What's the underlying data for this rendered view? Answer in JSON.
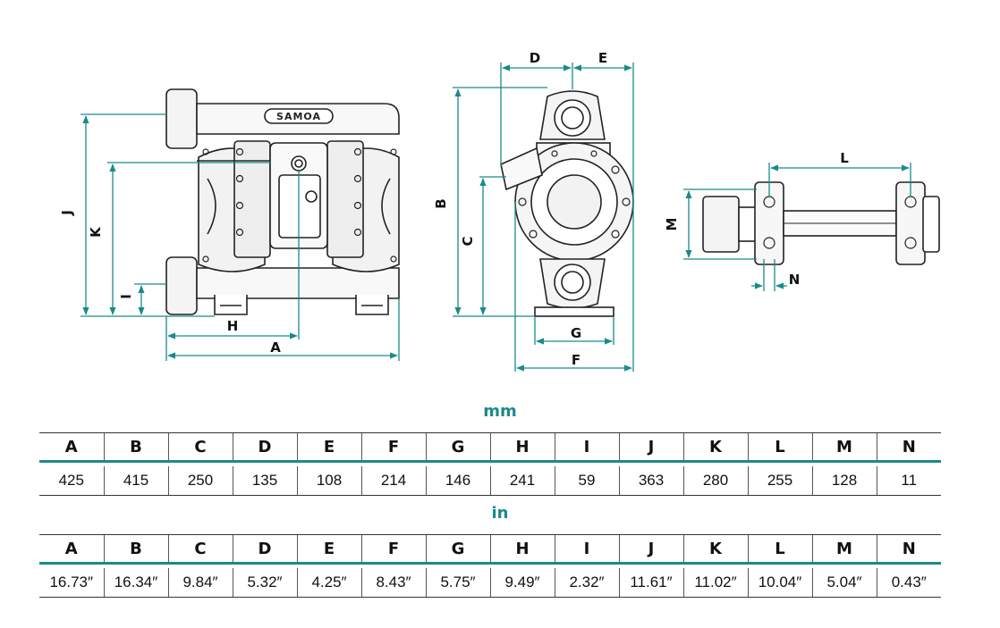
{
  "colors": {
    "accent": "#1a8a8c",
    "line": "#222222",
    "dim": "#1a8a8c"
  },
  "drawing": {
    "logo_text": "SAMOA",
    "labels": {
      "A": "A",
      "B": "B",
      "C": "C",
      "D": "D",
      "E": "E",
      "F": "F",
      "G": "G",
      "H": "H",
      "I": "I",
      "J": "J",
      "K": "K",
      "L": "L",
      "M": "M",
      "N": "N"
    }
  },
  "tables": {
    "headers": [
      "A",
      "B",
      "C",
      "D",
      "E",
      "F",
      "G",
      "H",
      "I",
      "J",
      "K",
      "L",
      "M",
      "N"
    ],
    "mm": {
      "title": "mm",
      "values": [
        "425",
        "415",
        "250",
        "135",
        "108",
        "214",
        "146",
        "241",
        "59",
        "363",
        "280",
        "255",
        "128",
        "11"
      ]
    },
    "in": {
      "title": "in",
      "values": [
        "16.73″",
        "16.34″",
        "9.84″",
        "5.32″",
        "4.25″",
        "8.43″",
        "5.75″",
        "9.49″",
        "2.32″",
        "11.61″",
        "11.02″",
        "10.04″",
        "5.04″",
        "0.43″"
      ]
    }
  }
}
